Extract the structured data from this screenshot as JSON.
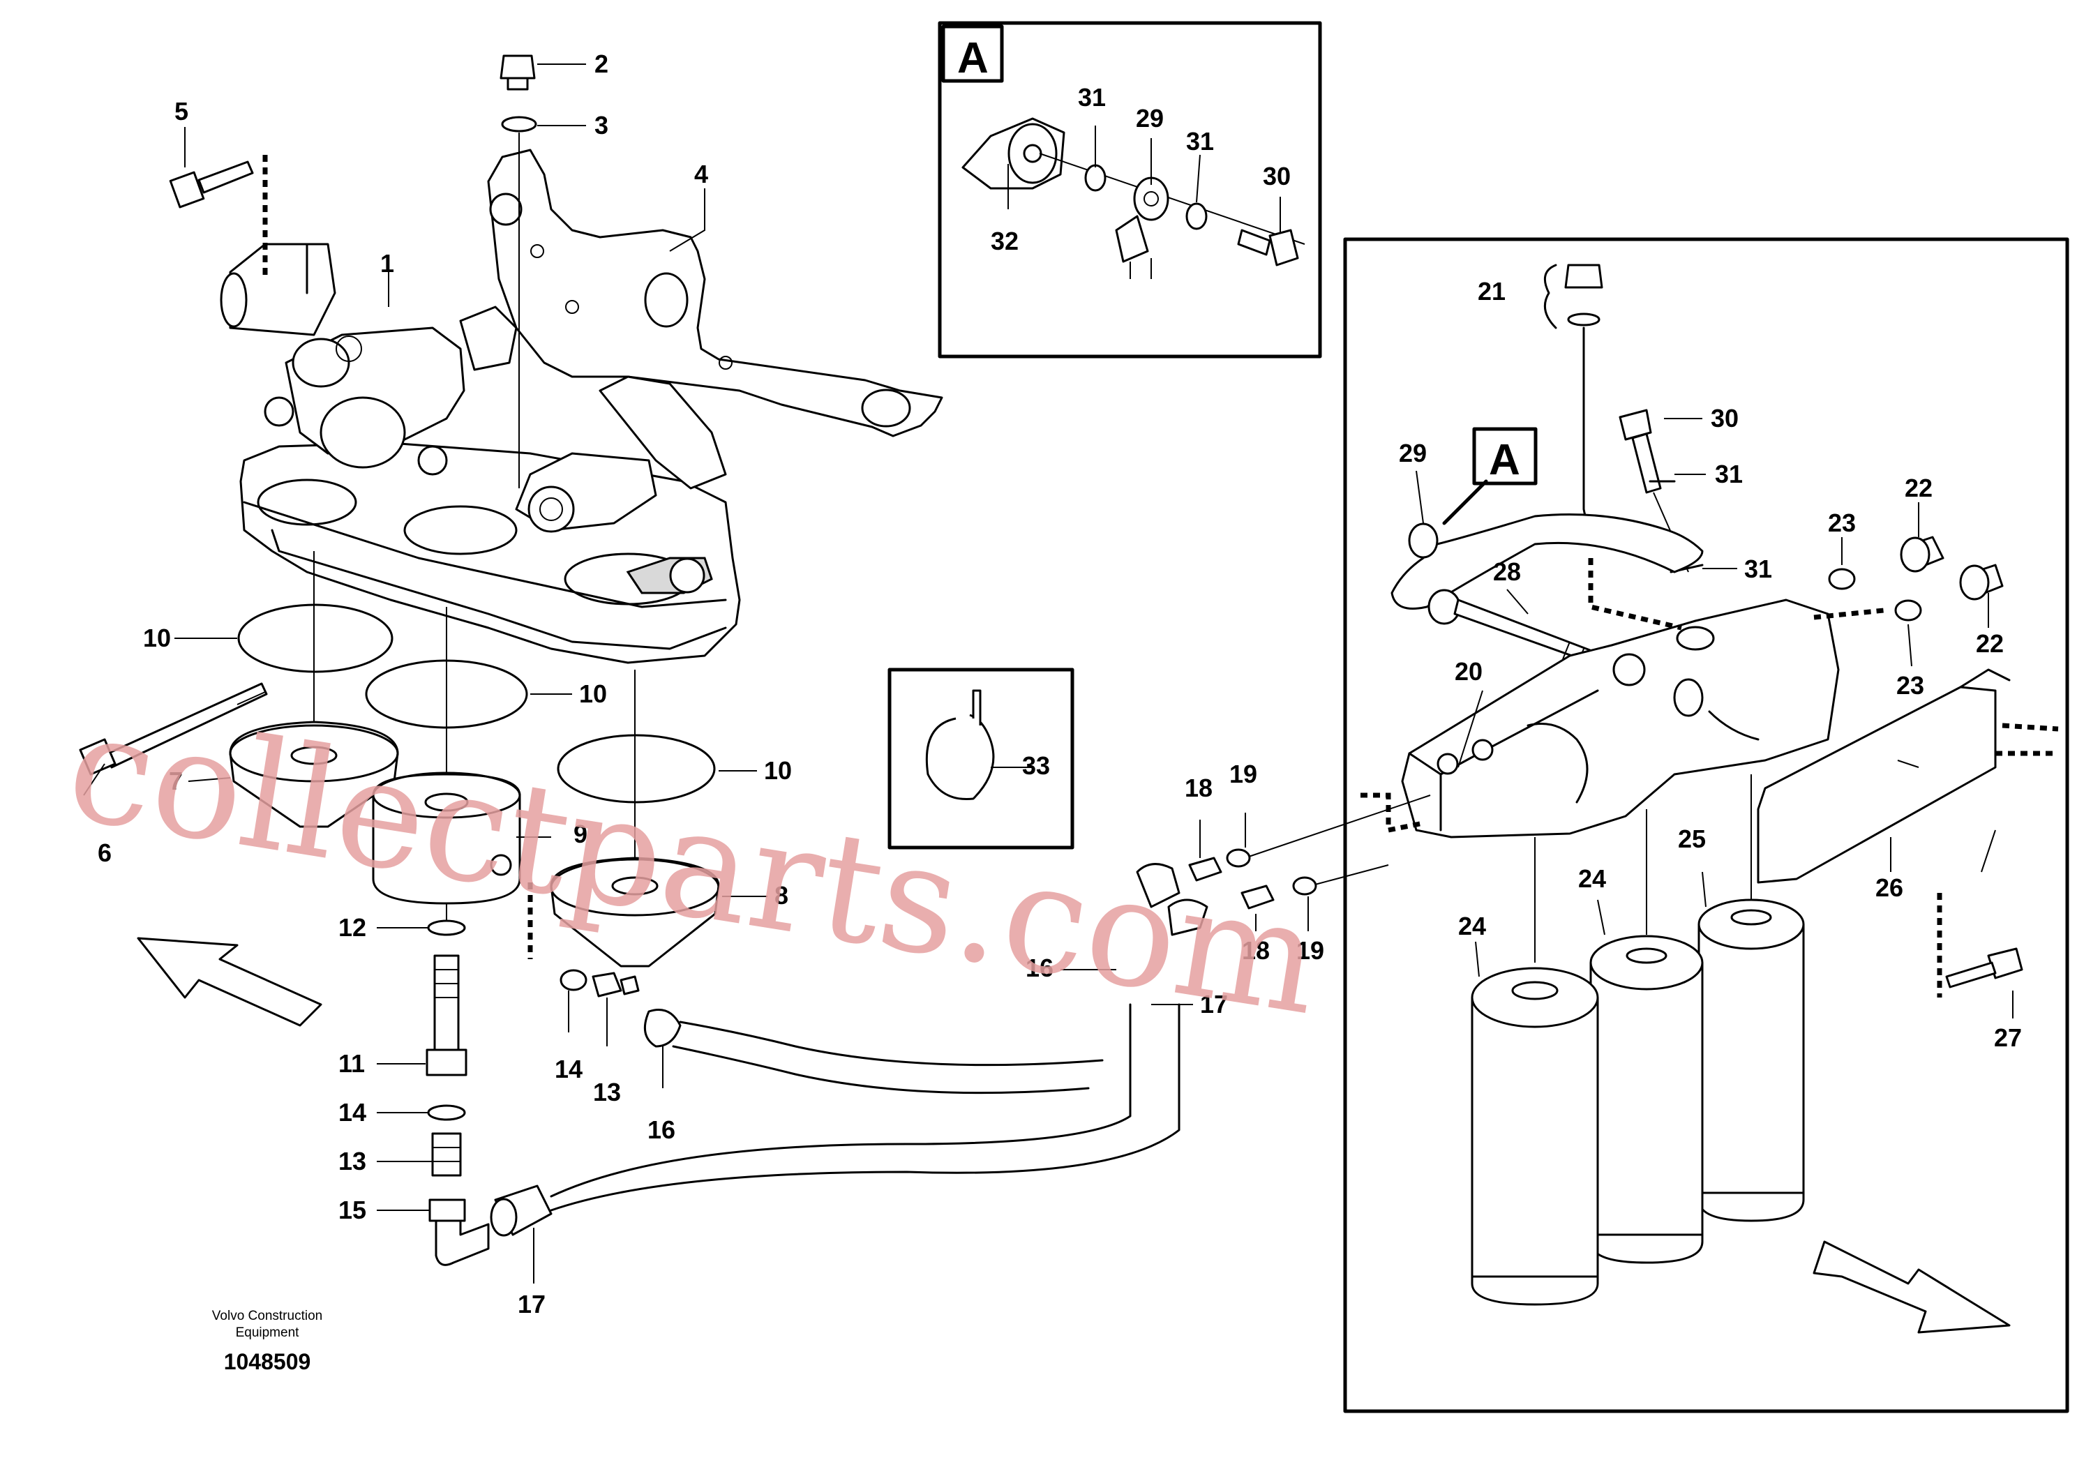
{
  "callouts": {
    "c1": "1",
    "c2": "2",
    "c3": "3",
    "c4": "4",
    "c5": "5",
    "c6": "6",
    "c7": "7",
    "c8": "8",
    "c9": "9",
    "c10a": "10",
    "c10b": "10",
    "c10c": "10",
    "c11": "11",
    "c12": "12",
    "c13a": "13",
    "c13b": "13",
    "c14a": "14",
    "c14b": "14",
    "c15": "15",
    "c16a": "16",
    "c16b": "16",
    "c17a": "17",
    "c17b": "17",
    "c18a": "18",
    "c18b": "18",
    "c19a": "19",
    "c19b": "19",
    "c20": "20",
    "c21": "21",
    "c22a": "22",
    "c22b": "22",
    "c23a": "23",
    "c23b": "23",
    "c24a": "24",
    "c24b": "24",
    "c25": "25",
    "c26": "26",
    "c27": "27",
    "c28": "28",
    "c29a": "29",
    "c29b": "29",
    "c30a": "30",
    "c30b": "30",
    "c31a": "31",
    "c31b": "31",
    "c31c": "31",
    "c31d": "31",
    "c32": "32",
    "c33": "33"
  },
  "detail_letter": {
    "inset": "A",
    "ref": "A"
  },
  "footer": {
    "line1": "Volvo Construction",
    "line2": "Equipment",
    "number": "1048509"
  },
  "watermark": "collectparts.com"
}
